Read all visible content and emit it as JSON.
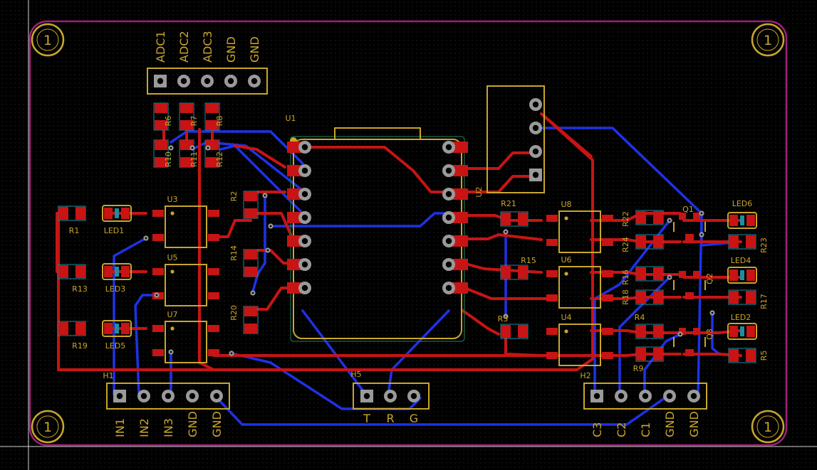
{
  "colors": {
    "background": "#000000",
    "grid": "#3a3a3a",
    "board_outline": "#a0207a",
    "silkscreen": "#c8a62a",
    "top_copper": "#c81414",
    "bottom_copper": "#1e32e6",
    "pad": "#c81414",
    "pad_hole": "#000000",
    "mounting_hole": "#c8a62a",
    "via": "#9a9a9a",
    "mask_bottom": "#00c8c8"
  },
  "mounting_hole_label": "1",
  "ic_label": "U1",
  "header_top": {
    "ref": "",
    "pins": [
      "ADC1",
      "ADC2",
      "ADC3",
      "GND",
      "GND"
    ]
  },
  "header_h1": {
    "ref": "H1",
    "pins": [
      "IN1",
      "IN2",
      "IN3",
      "GND",
      "GND"
    ]
  },
  "header_h2": {
    "ref": "H2",
    "pins": [
      "C3",
      "C2",
      "C1",
      "GND",
      "GND"
    ]
  },
  "header_h5": {
    "ref": "H5",
    "pins": [
      "T",
      "R",
      "G"
    ]
  },
  "connector_u2": "U2",
  "resistors_vertical_top": [
    "R6",
    "R7",
    "R8",
    "R10",
    "R11",
    "R12"
  ],
  "resistor_labels": [
    "R1",
    "R13",
    "R19",
    "R2",
    "R14",
    "R20",
    "R21",
    "R15",
    "R3",
    "R22",
    "R24",
    "R16",
    "R18",
    "R4",
    "R9",
    "R23",
    "R17",
    "R5"
  ],
  "led_labels": [
    "LED1",
    "LED3",
    "LED5",
    "LED6",
    "LED4",
    "LED2"
  ],
  "optocoupler_labels": [
    "U3",
    "U5",
    "U7",
    "U8",
    "U6",
    "U4"
  ],
  "transistor_labels": [
    "Q1",
    "Q2",
    "Q3"
  ]
}
